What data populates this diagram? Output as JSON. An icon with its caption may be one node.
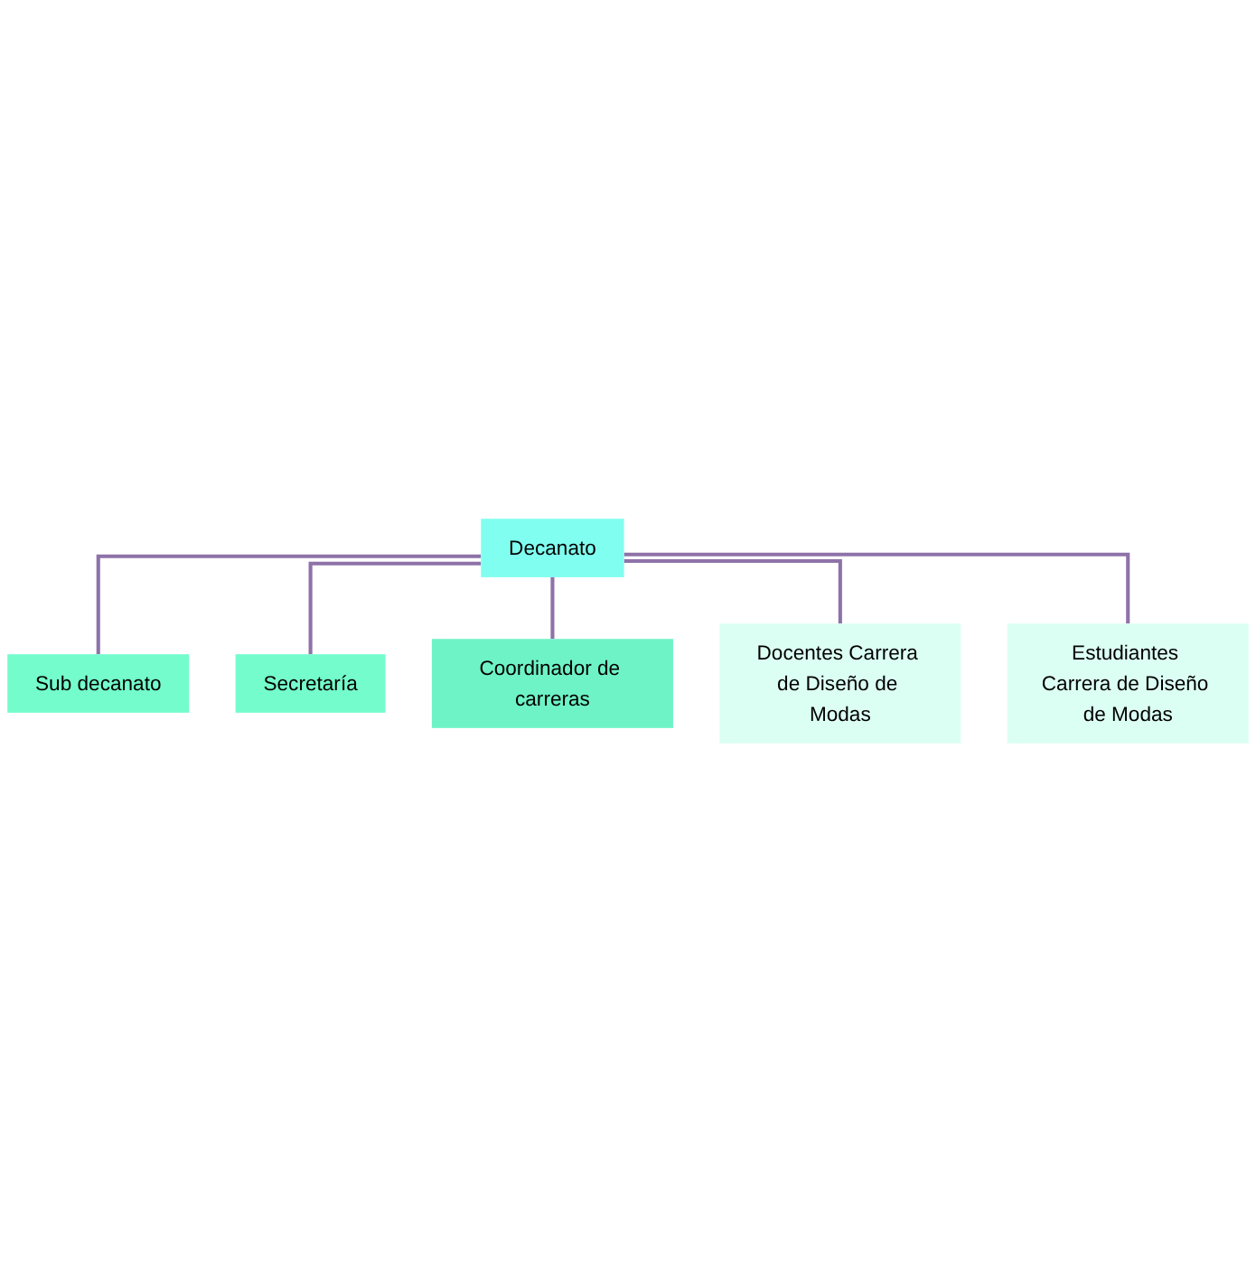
{
  "diagram": {
    "nodes": [
      {
        "text": [
          "Decanato"
        ]
      },
      {
        "text": [
          "Sub decanato"
        ]
      },
      {
        "text": [
          "Secretaría"
        ]
      },
      {
        "text": [
          "Coordinador de carreras"
        ]
      },
      {
        "text": [
          "Docentes Carrera de Diseño de Modas"
        ]
      },
      {
        "text": [
          "Estudiantes Carrera de Diseño de Modas"
        ]
      }
    ],
    "edges": [
      {
        "from": 0,
        "to": 1,
        "arrow": "none"
      },
      {
        "from": 0,
        "to": 2,
        "arrow": "none"
      },
      {
        "from": 0,
        "to": 3,
        "arrow": "none"
      },
      {
        "from": 0,
        "to": 4,
        "arrow": "none"
      },
      {
        "from": 0,
        "to": 5,
        "arrow": "none"
      }
    ]
  }
}
